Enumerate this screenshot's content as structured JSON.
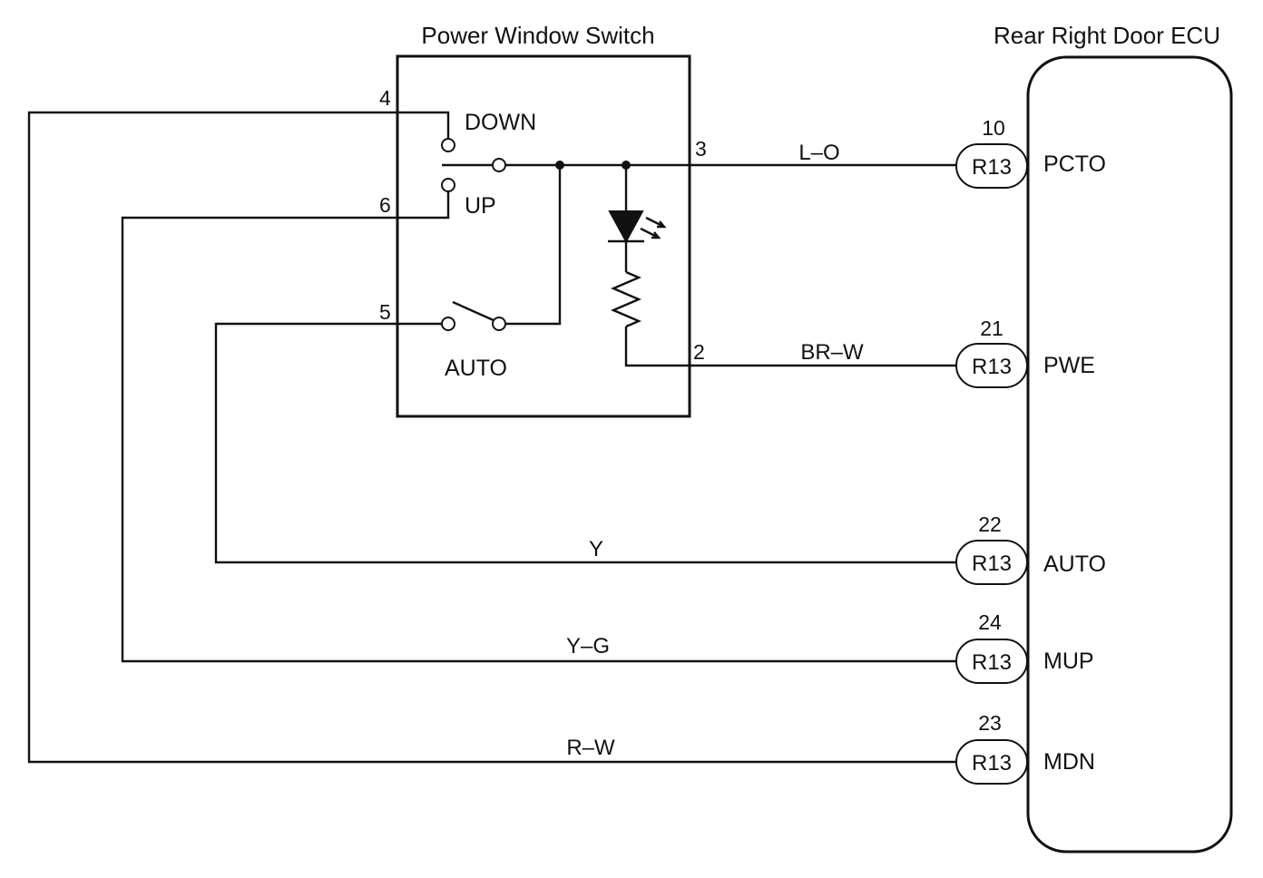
{
  "switch": {
    "title": "Power Window Switch",
    "labels": {
      "down": "DOWN",
      "up": "UP",
      "auto": "AUTO"
    },
    "pins": {
      "p4": "4",
      "p6": "6",
      "p5": "5",
      "p3": "3",
      "p2": "2"
    }
  },
  "ecu": {
    "title": "Rear Right Door ECU"
  },
  "connections": [
    {
      "pin": "10",
      "connector": "R13",
      "signal": "PCTO",
      "wire": "L–O"
    },
    {
      "pin": "21",
      "connector": "R13",
      "signal": "PWE",
      "wire": "BR–W"
    },
    {
      "pin": "22",
      "connector": "R13",
      "signal": "AUTO",
      "wire": "Y"
    },
    {
      "pin": "24",
      "connector": "R13",
      "signal": "MUP",
      "wire": "Y–G"
    },
    {
      "pin": "23",
      "connector": "R13",
      "signal": "MDN",
      "wire": "R–W"
    }
  ]
}
